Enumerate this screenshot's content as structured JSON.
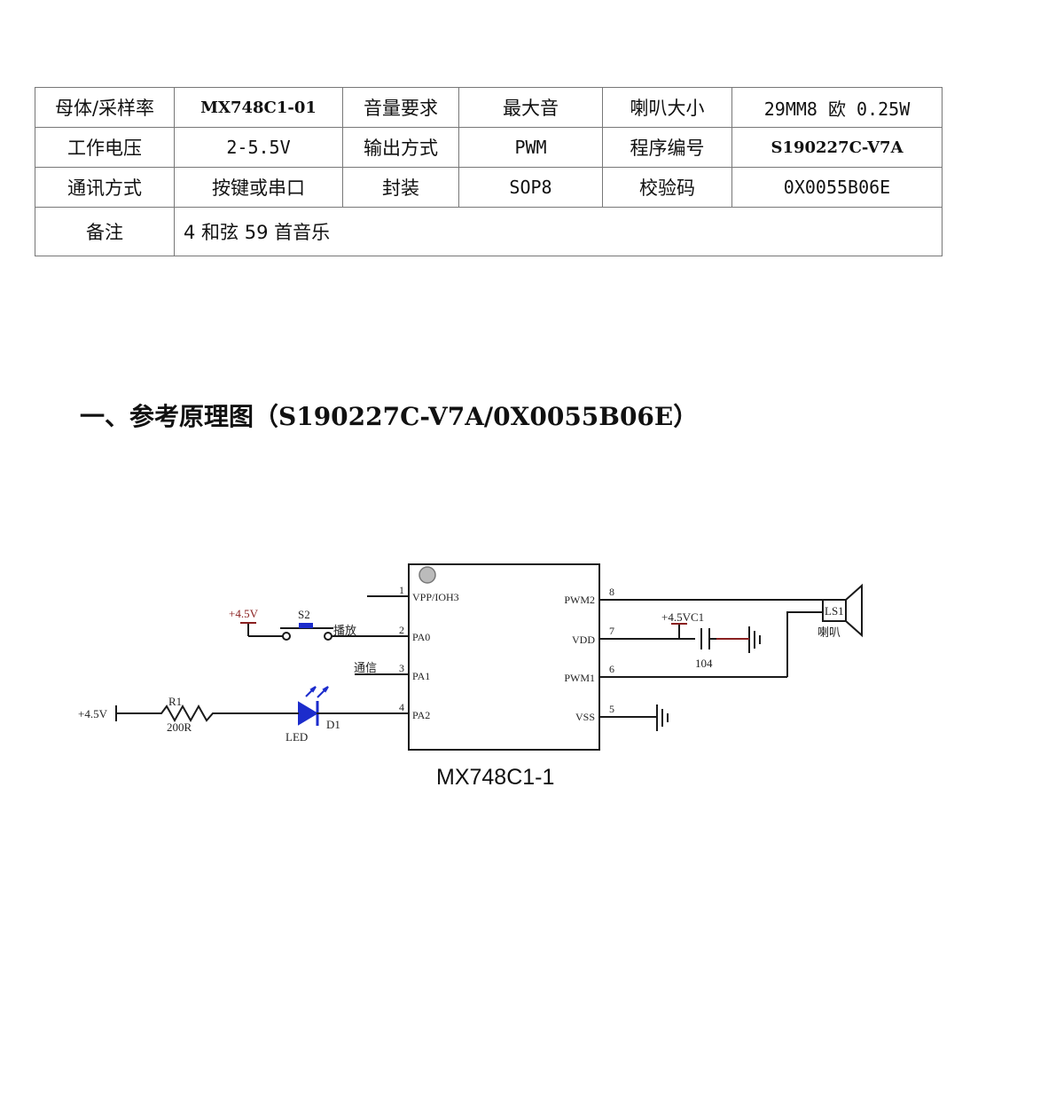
{
  "spec_table": {
    "rows": [
      [
        "母体/采样率",
        "MX748C1-01",
        "音量要求",
        "最大音",
        "喇叭大小",
        "29MM8 欧 0.25W"
      ],
      [
        "工作电压",
        "2-5.5V",
        "输出方式",
        "PWM",
        "程序编号",
        "S190227C-V7A"
      ],
      [
        "通讯方式",
        "按键或串口",
        "封装",
        "SOP8",
        "校验码",
        "0X0055B06E"
      ]
    ],
    "remark_label": "备注",
    "remark_value": "4 和弦 59 首音乐"
  },
  "section_title": "一、参考原理图（S190227C-V7A/0X0055B06E）",
  "schematic": {
    "chip_name": "MX748C1-1",
    "left_pins": [
      {
        "num": "1",
        "name": "VPP/IOH3"
      },
      {
        "num": "2",
        "name": "PA0"
      },
      {
        "num": "3",
        "name": "PA1"
      },
      {
        "num": "4",
        "name": "PA2"
      }
    ],
    "right_pins": [
      {
        "num": "8",
        "name": "PWM2"
      },
      {
        "num": "7",
        "name": "VDD"
      },
      {
        "num": "6",
        "name": "PWM1"
      },
      {
        "num": "5",
        "name": "VSS"
      }
    ],
    "switch": {
      "ref": "S2",
      "supply": "+4.5V",
      "net": "播放"
    },
    "comm_net": "通信",
    "resistor": {
      "ref": "R1",
      "value": "200R",
      "supply": "+4.5V"
    },
    "led": {
      "ref": "D1",
      "label": "LED"
    },
    "capacitor": {
      "ref": "+4.5VC1",
      "value": "104"
    },
    "speaker": {
      "ref": "LS1",
      "label": "喇叭"
    },
    "colors": {
      "wire": "#1a1a1a",
      "chip_border": "#1a1a1a",
      "led": "#1c2ccc",
      "supply": "#8a2020"
    }
  }
}
